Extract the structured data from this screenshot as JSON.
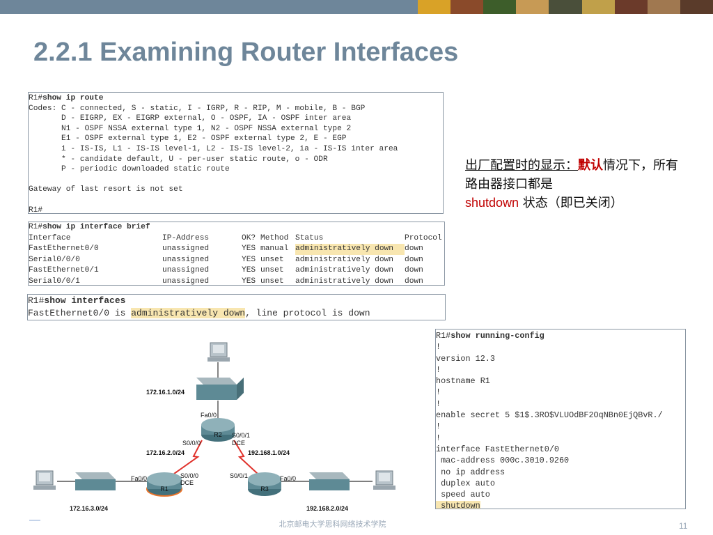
{
  "slide": {
    "title": "2.2.1 Examining Router Interfaces",
    "footer": "北京邮电大学思科网络技术学院",
    "page_number": "11"
  },
  "show_ip_route": {
    "prompt": "R1#",
    "command": "show ip route",
    "lines": [
      "Codes: C - connected, S - static, I - IGRP, R - RIP, M - mobile, B - BGP",
      "       D - EIGRP, EX - EIGRP external, O - OSPF, IA - OSPF inter area",
      "       N1 - OSPF NSSA external type 1, N2 - OSPF NSSA external type 2",
      "       E1 - OSPF external type 1, E2 - OSPF external type 2, E - EGP",
      "       i - IS-IS, L1 - IS-IS level-1, L2 - IS-IS level-2, ia - IS-IS inter area",
      "       * - candidate default, U - per-user static route, o - ODR",
      "       P - periodic downloaded static route",
      "",
      "Gateway of last resort is not set",
      ""
    ],
    "end_prompt": "R1#"
  },
  "show_ip_int_brief": {
    "prompt": "R1#",
    "command": "show ip interface brief",
    "headers": [
      "Interface",
      "IP-Address",
      "OK?",
      "Method",
      "Status",
      "Protocol"
    ],
    "rows": [
      [
        "FastEthernet0/0",
        "unassigned",
        "YES",
        "manual",
        "administratively down",
        "down"
      ],
      [
        "Serial0/0/0",
        "unassigned",
        "YES",
        "unset",
        "administratively down",
        "down"
      ],
      [
        "FastEthernet0/1",
        "unassigned",
        "YES",
        "unset",
        "administratively down",
        "down"
      ],
      [
        "Serial0/0/1",
        "unassigned",
        "YES",
        "unset",
        "administratively down",
        "down"
      ]
    ]
  },
  "show_interfaces": {
    "prompt": "R1#",
    "command": "show interfaces",
    "prefix": "FastEthernet0/0 is ",
    "highlight": "administratively down",
    "suffix": ", line protocol is down"
  },
  "running_config": {
    "prompt": "R1#",
    "command": "show running-config",
    "lines": [
      "!",
      "version 12.3",
      "!",
      "hostname R1",
      "!",
      "!",
      "enable secret 5 $1$.3RO$VLUOdBF2OqNBn0EjQBvR./",
      "!",
      "!",
      "interface FastEthernet0/0",
      " mac-address 000c.3010.9260",
      " no ip address",
      " duplex auto",
      " speed auto"
    ],
    "last_line": " shutdown"
  },
  "note": {
    "part1": "出厂配置时的显示：",
    "part2": "默认",
    "part3": "情况下，所有路由器接口都是",
    "part4": "shutdown",
    "part5": " 状态（即已关闭）"
  },
  "topology": {
    "routers": [
      "R1",
      "R2",
      "R3"
    ],
    "labels": {
      "net_top": "172.16.1.0/24",
      "net_r1r2": "172.16.2.0/24",
      "net_r2r3": "192.168.1.0/24",
      "net_left": "172.16.3.0/24",
      "net_right": "192.168.2.0/24",
      "r2_fa00": "Fa0/0",
      "r2_s000": "S0/0/0",
      "r2_s001": "S0/0/1",
      "r2_dce": "DCE",
      "r1_fa00": "Fa0/0",
      "r1_s000": "S0/0/0",
      "r1_dce": "DCE",
      "r3_s001": "S0/0/1",
      "r3_fa00": "Fa0/0"
    }
  },
  "colors": {
    "title": "#6e869a",
    "highlight": "#f8e6b0",
    "accent_red": "#c00000",
    "serial_link": "#e0312b"
  }
}
